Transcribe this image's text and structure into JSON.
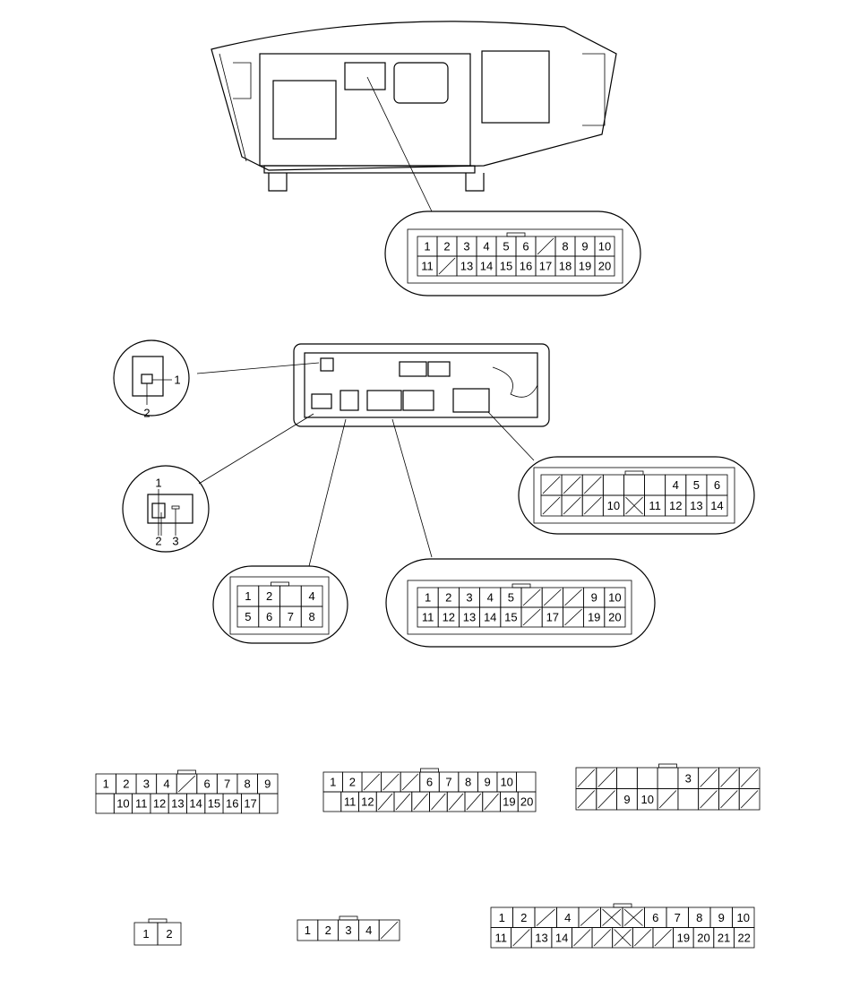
{
  "colors": {
    "line": "#000000",
    "background": "#ffffff"
  },
  "connectors": [
    {
      "id": "unit-main-20",
      "rows": [
        [
          "1",
          "2",
          "3",
          "4",
          "5",
          "6",
          "/",
          "8",
          "9",
          "10"
        ],
        [
          "11",
          "/",
          "13",
          "14",
          "15",
          "16",
          "17",
          "18",
          "19",
          "20"
        ]
      ]
    },
    {
      "id": "rear-14",
      "rows": [
        [
          "/",
          "/",
          "/",
          "",
          "",
          "",
          "4",
          "5",
          "6"
        ],
        [
          "/",
          "/",
          "/",
          "10",
          "X",
          "11",
          "12",
          "13",
          "14"
        ]
      ]
    },
    {
      "id": "rear-8",
      "rows": [
        [
          "1",
          "2",
          "",
          "4"
        ],
        [
          "5",
          "6",
          "7",
          "8"
        ]
      ]
    },
    {
      "id": "rear-20",
      "rows": [
        [
          "1",
          "2",
          "3",
          "4",
          "5",
          "/",
          "/",
          "/",
          "9",
          "10"
        ],
        [
          "11",
          "12",
          "13",
          "14",
          "15",
          "/",
          "17",
          "/",
          "19",
          "20"
        ]
      ]
    },
    {
      "id": "harness-17",
      "rows": [
        [
          "1",
          "2",
          "3",
          "4",
          "/",
          "6",
          "7",
          "8",
          "9"
        ],
        [
          "",
          "10",
          "11",
          "12",
          "13",
          "14",
          "15",
          "16",
          "17",
          ""
        ]
      ]
    },
    {
      "id": "harness-20",
      "rows": [
        [
          "1",
          "2",
          "/",
          "/",
          "/",
          "6",
          "7",
          "8",
          "9",
          "10",
          ""
        ],
        [
          "",
          "11",
          "12",
          "/",
          "/",
          "/",
          "/",
          "/",
          "/",
          "/",
          "19",
          "20"
        ]
      ]
    },
    {
      "id": "harness-3",
      "rows": [
        [
          "/",
          "/",
          "",
          "",
          "",
          "3",
          "/",
          "/",
          "/"
        ],
        [
          "/",
          "/",
          "9",
          "10",
          "/",
          "",
          "/",
          "/",
          "/"
        ]
      ]
    },
    {
      "id": "harness-2",
      "rows": [
        [
          "1",
          "2"
        ]
      ]
    },
    {
      "id": "harness-4",
      "rows": [
        [
          "1",
          "2",
          "3",
          "4",
          "/"
        ]
      ]
    },
    {
      "id": "harness-22",
      "rows": [
        [
          "1",
          "2",
          "/",
          "4",
          "/",
          "X",
          "X",
          "6",
          "7",
          "8",
          "9",
          "10"
        ],
        [
          "11",
          "/",
          "13",
          "14",
          "/",
          "/",
          "X",
          "/",
          "/",
          "19",
          "20",
          "21",
          "22"
        ]
      ]
    }
  ],
  "small_connectors": {
    "one_pin": {
      "pin1": "1",
      "pin2": "2"
    },
    "three_pin": {
      "pin1": "1",
      "pin2": "2",
      "pin3": "3"
    }
  }
}
